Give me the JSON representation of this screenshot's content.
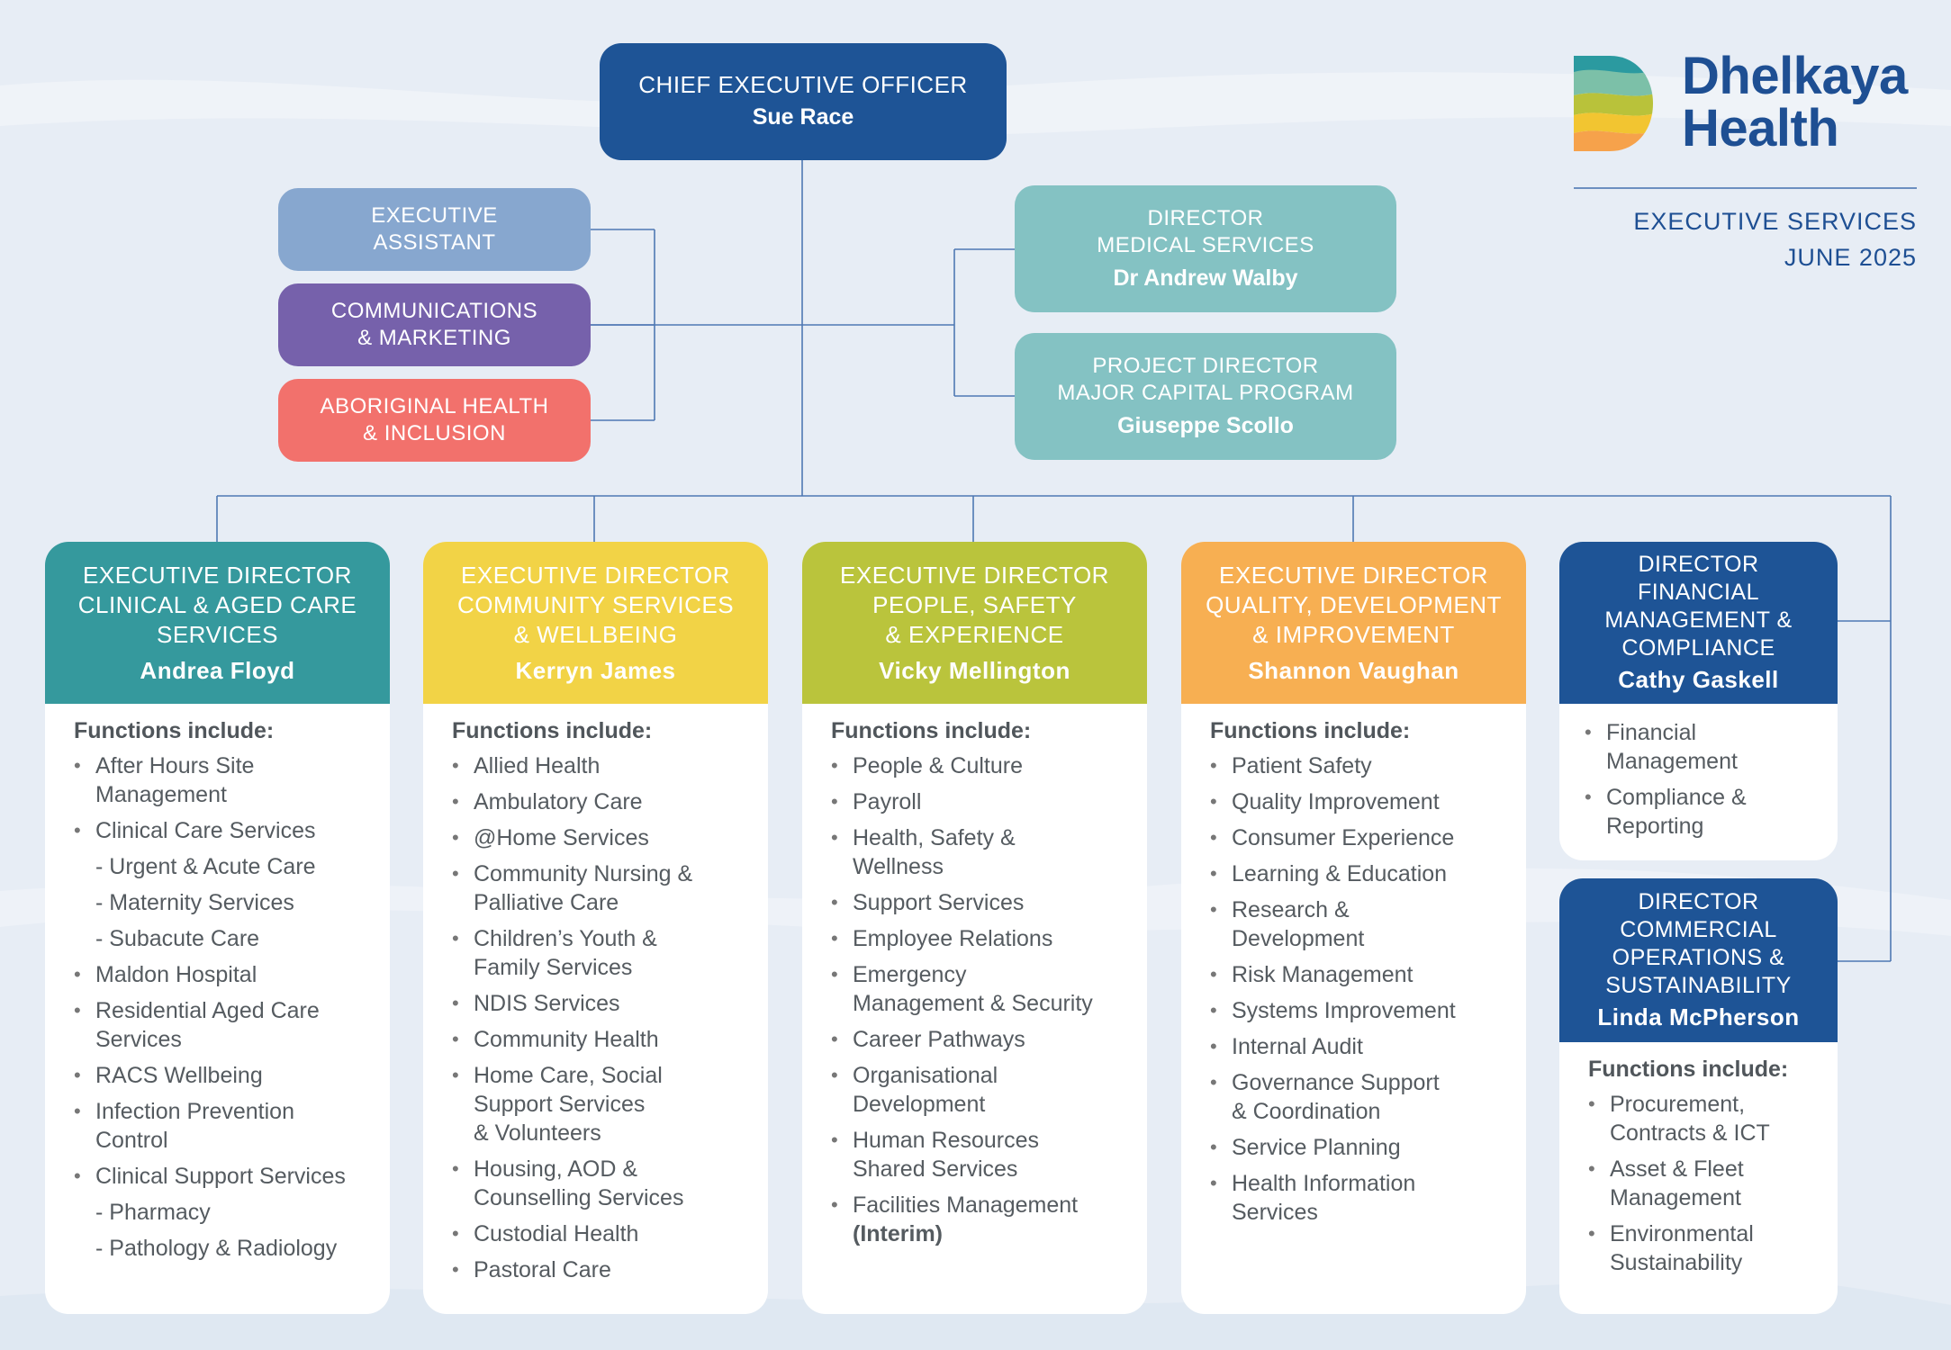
{
  "brand": {
    "line1": "Dhelkaya",
    "line2": "Health",
    "colors": [
      "#1e4f93",
      "#2b9aa0",
      "#7cc0a8",
      "#b9c23a",
      "#f2c531",
      "#f6a24b"
    ]
  },
  "header": {
    "title": "EXECUTIVE SERVICES",
    "date": "JUNE 2025"
  },
  "ceo": {
    "title": "CHIEF EXECUTIVE OFFICER",
    "name": "Sue Race",
    "color": "#1e5496"
  },
  "support_units": [
    {
      "title": "EXECUTIVE\nASSISTANT",
      "color": "#87a7cf"
    },
    {
      "title": "COMMUNICATIONS\n& MARKETING",
      "color": "#7661ab"
    },
    {
      "title": "ABORIGINAL HEALTH\n& INCLUSION",
      "color": "#f2716c"
    }
  ],
  "directors_top": [
    {
      "title": "DIRECTOR\nMEDICAL SERVICES",
      "name": "Dr Andrew Walby",
      "color": "#84c2c3"
    },
    {
      "title": "PROJECT DIRECTOR\nMAJOR CAPITAL PROGRAM",
      "name": "Giuseppe Scollo",
      "color": "#84c2c3"
    }
  ],
  "functions_label": "Functions include:",
  "exec_directors": [
    {
      "title": "EXECUTIVE DIRECTOR\nCLINICAL & AGED CARE\nSERVICES",
      "name": "Andrea Floyd",
      "color": "#35999d",
      "functions": [
        {
          "text": "After Hours Site\nManagement",
          "bullet": true
        },
        {
          "text": "Clinical Care Services",
          "bullet": true
        },
        {
          "text": "- Urgent & Acute Care",
          "bullet": false
        },
        {
          "text": "- Maternity Services",
          "bullet": false
        },
        {
          "text": "- Subacute Care",
          "bullet": false
        },
        {
          "text": "Maldon Hospital",
          "bullet": true
        },
        {
          "text": "Residential Aged Care\nServices",
          "bullet": true
        },
        {
          "text": "RACS Wellbeing",
          "bullet": true
        },
        {
          "text": "Infection Prevention\nControl",
          "bullet": true
        },
        {
          "text": "Clinical Support Services",
          "bullet": true
        },
        {
          "text": "- Pharmacy",
          "bullet": false
        },
        {
          "text": "- Pathology & Radiology",
          "bullet": false
        }
      ]
    },
    {
      "title": "EXECUTIVE DIRECTOR\nCOMMUNITY SERVICES\n& WELLBEING",
      "name": "Kerryn James",
      "color": "#f2d346",
      "functions": [
        {
          "text": "Allied Health",
          "bullet": true
        },
        {
          "text": "Ambulatory Care",
          "bullet": true
        },
        {
          "text": "@Home Services",
          "bullet": true
        },
        {
          "text": "Community Nursing &\nPalliative Care",
          "bullet": true
        },
        {
          "text": "Children’s Youth &\nFamily Services",
          "bullet": true
        },
        {
          "text": "NDIS Services",
          "bullet": true
        },
        {
          "text": "Community Health",
          "bullet": true
        },
        {
          "text": "Home Care, Social\nSupport Services\n& Volunteers",
          "bullet": true
        },
        {
          "text": "Housing, AOD &\nCounselling Services",
          "bullet": true
        },
        {
          "text": "Custodial Health",
          "bullet": true
        },
        {
          "text": "Pastoral Care",
          "bullet": true
        }
      ]
    },
    {
      "title": "EXECUTIVE DIRECTOR\nPEOPLE, SAFETY\n& EXPERIENCE",
      "name": "Vicky Mellington",
      "color": "#bac43c",
      "functions": [
        {
          "text": "People & Culture",
          "bullet": true
        },
        {
          "text": "Payroll",
          "bullet": true
        },
        {
          "text": "Health, Safety &\nWellness",
          "bullet": true
        },
        {
          "text": "Support Services",
          "bullet": true
        },
        {
          "text": "Employee Relations",
          "bullet": true
        },
        {
          "text": "Emergency\nManagement & Security",
          "bullet": true
        },
        {
          "text": "Career Pathways",
          "bullet": true
        },
        {
          "text": "Organisational\nDevelopment",
          "bullet": true
        },
        {
          "text": "Human Resources\nShared Services",
          "bullet": true
        },
        {
          "text": "Facilities Management",
          "bullet": true,
          "extra": "(Interim)"
        }
      ]
    },
    {
      "title": "EXECUTIVE DIRECTOR\nQUALITY, DEVELOPMENT\n& IMPROVEMENT",
      "name": "Shannon Vaughan",
      "color": "#f7af52",
      "functions": [
        {
          "text": "Patient Safety",
          "bullet": true
        },
        {
          "text": "Quality Improvement",
          "bullet": true
        },
        {
          "text": "Consumer Experience",
          "bullet": true
        },
        {
          "text": "Learning & Education",
          "bullet": true
        },
        {
          "text": "Research &\nDevelopment",
          "bullet": true
        },
        {
          "text": "Risk Management",
          "bullet": true
        },
        {
          "text": "Systems Improvement",
          "bullet": true
        },
        {
          "text": "Internal Audit",
          "bullet": true
        },
        {
          "text": "Governance Support\n& Coordination",
          "bullet": true
        },
        {
          "text": "Service Planning",
          "bullet": true
        },
        {
          "text": "Health Information\nServices",
          "bullet": true
        }
      ]
    }
  ],
  "finance_director": {
    "title": "DIRECTOR\nFINANCIAL\nMANAGEMENT &\nCOMPLIANCE",
    "name": "Cathy Gaskell",
    "color": "#1e5496",
    "functions": [
      {
        "text": "Financial\nManagement",
        "bullet": true
      },
      {
        "text": "Compliance &\nReporting",
        "bullet": true
      }
    ]
  },
  "commercial_director": {
    "title": "DIRECTOR\nCOMMERCIAL\nOPERATIONS &\nSUSTAINABILITY",
    "name": "Linda McPherson",
    "color": "#1e5496",
    "functions": [
      {
        "text": "Procurement,\nContracts & ICT",
        "bullet": true
      },
      {
        "text": "Asset & Fleet\nManagement",
        "bullet": true
      },
      {
        "text": "Environmental\nSustainability",
        "bullet": true
      }
    ]
  }
}
